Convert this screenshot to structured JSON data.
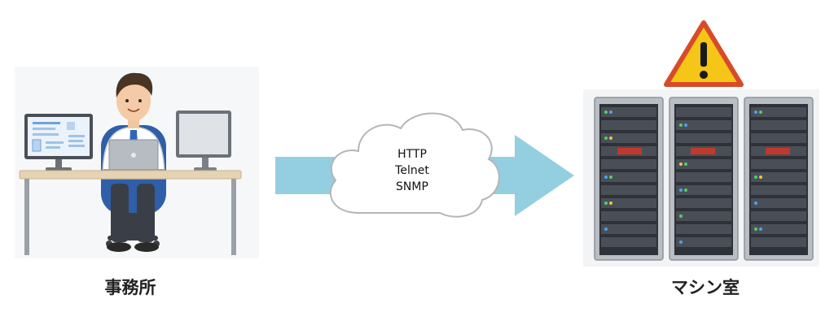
{
  "office": {
    "label": "事務所"
  },
  "machine_room": {
    "label": "マシン室"
  },
  "cloud": {
    "protocols": [
      "HTTP",
      "Telnet",
      "SNMP"
    ]
  },
  "colors": {
    "arrow": "#93cfe0",
    "warning_fill": "#f5c518",
    "warning_border": "#d94a2a",
    "rack_frame": "#b9bec4",
    "shirt": "#ffffff",
    "tie": "#2f67b3",
    "chair": "#2f5fa8"
  },
  "icons": [
    "office-worker",
    "monitor-icon",
    "laptop-icon",
    "cloud-icon",
    "warning-icon",
    "server-rack-icon"
  ]
}
